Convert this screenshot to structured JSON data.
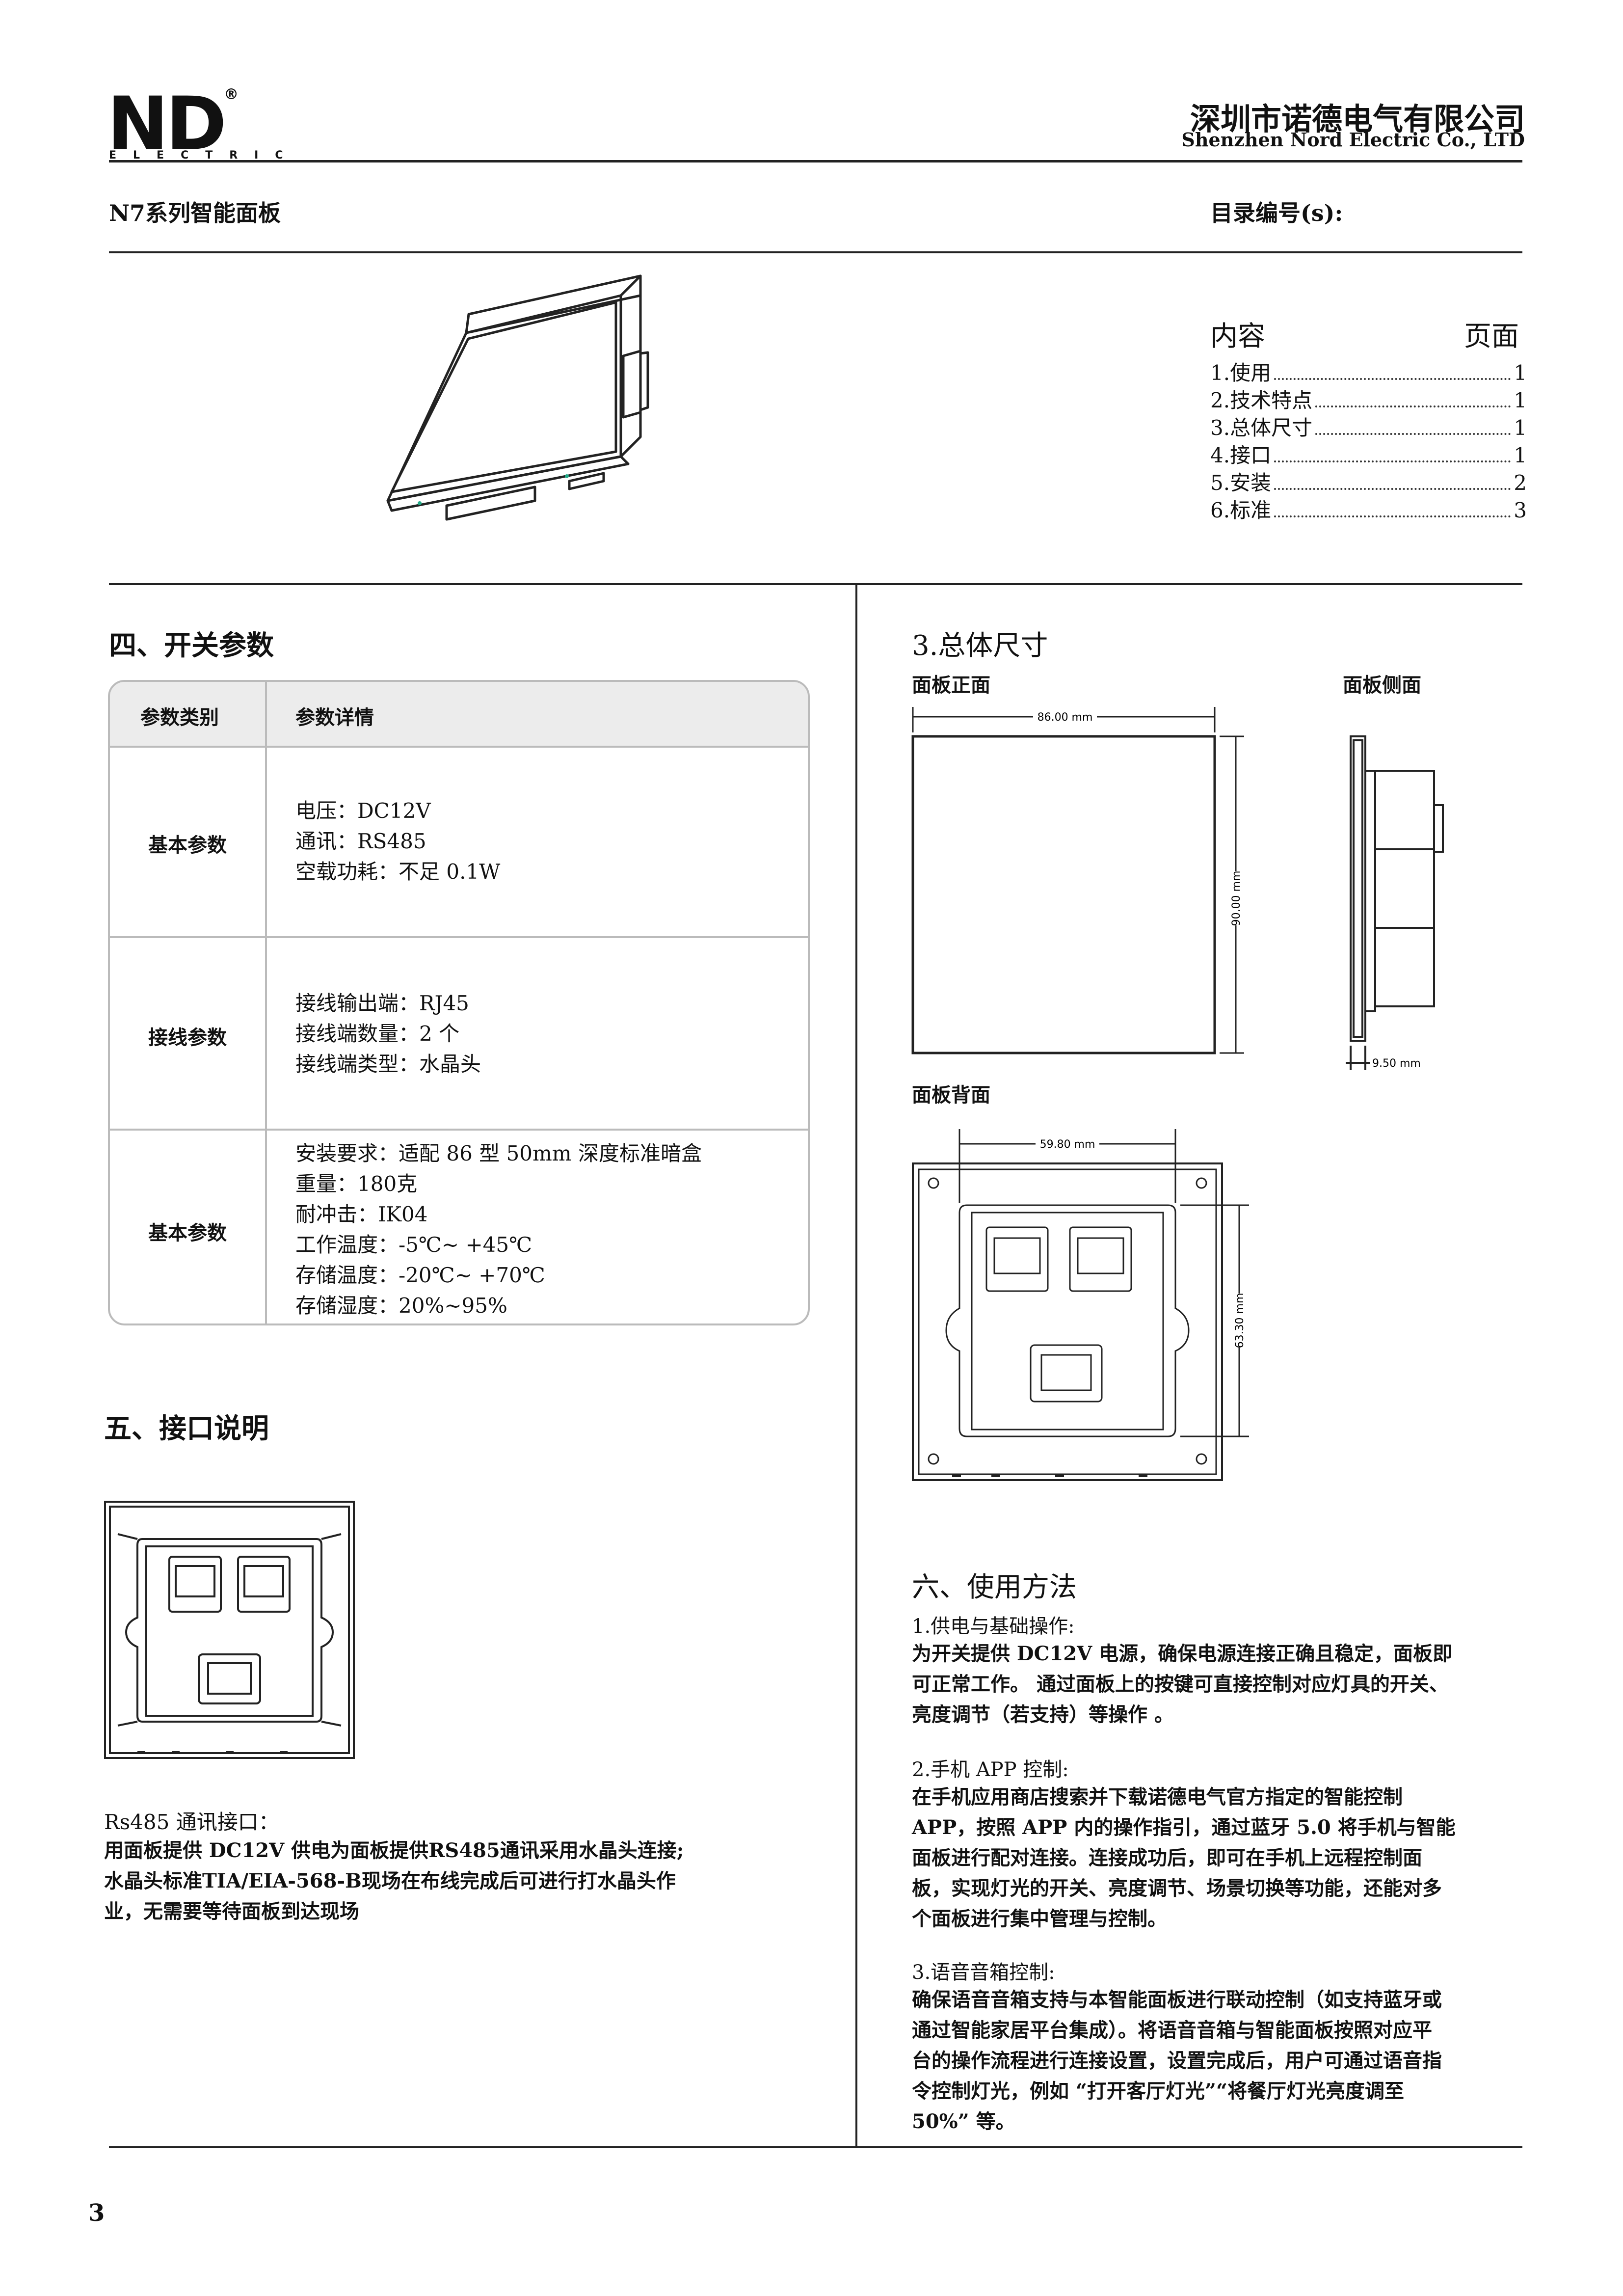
{
  "header": {
    "logo_mark": "ND",
    "logo_sub": "ELECTRIC",
    "company_cn": "深圳市诺德电气有限公司",
    "company_en": "Shenzhen Nord Electric Co., LTD",
    "series": "N7系列智能面板",
    "catalog_label": "目录编号(s):"
  },
  "toc": {
    "col_content": "内容",
    "col_page": "页面",
    "items": [
      {
        "label": "1.使用",
        "page": "1"
      },
      {
        "label": "2.技术特点",
        "page": "1"
      },
      {
        "label": "3.总体尺寸",
        "page": "1"
      },
      {
        "label": "4.接口",
        "page": "1"
      },
      {
        "label": "5.安装",
        "page": "2"
      },
      {
        "label": "6.标准",
        "page": "3"
      }
    ]
  },
  "section4": {
    "title": "四、开关参数",
    "table": {
      "col1": "参数类别",
      "col2": "参数详情",
      "rows": [
        {
          "category": "基本参数",
          "lines": [
            "电压：DC12V",
            "通讯：RS485",
            "空载功耗：不足 0.1W"
          ]
        },
        {
          "category": "接线参数",
          "lines": [
            "接线输出端：RJ45",
            "接线端数量：2 个",
            "接线端类型：水晶头"
          ]
        },
        {
          "category": "基本参数",
          "lines": [
            "安装要求：适配 86 型 50mm 深度标准暗盒",
            "重量：180克",
            "耐冲击：IK04",
            "工作温度：-5℃~ +45℃",
            "存储温度：-20℃~ +70℃",
            "存储湿度：20%~95%"
          ]
        }
      ]
    }
  },
  "section5": {
    "title": "五、接口说明",
    "caption_title": "Rs485 通讯接口：",
    "caption_lines": [
      "用面板提供 DC12V 供电为面板提供RS485通讯采用水晶头连接;",
      "水晶头标准TIA/EIA-568-B现场在布线完成后可进行打水晶头作",
      "业，无需要等待面板到达现场"
    ]
  },
  "section3": {
    "title": "3.总体尺寸",
    "front_label": "面板正面",
    "side_label": "面板侧面",
    "back_label": "面板背面",
    "dims": {
      "front_width": "86.00 mm",
      "front_height": "90.00 mm",
      "side_depth": "9.50 mm",
      "back_width": "59.80 mm",
      "back_height": "63.30 mm"
    }
  },
  "section6": {
    "title": "六、使用方法",
    "items": [
      {
        "title": "1.供电与基础操作:",
        "lines": [
          "为开关提供 DC12V 电源，确保电源连接正确且稳定，面板即",
          "可正常工作。 通过面板上的按键可直接控制对应灯具的开关、",
          "亮度调节（若支持）等操作 。"
        ]
      },
      {
        "title": "2.手机 APP 控制:",
        "lines": [
          "在手机应用商店搜索并下载诺德电气官方指定的智能控制",
          "APP，按照 APP 内的操作指引，通过蓝牙 5.0 将手机与智能",
          "面板进行配对连接。连接成功后，即可在手机上远程控制面",
          "板，实现灯光的开关、亮度调节、场景切换等功能，还能对多",
          "个面板进行集中管理与控制。"
        ]
      },
      {
        "title": "3.语音音箱控制:",
        "lines": [
          "确保语音音箱支持与本智能面板进行联动控制（如支持蓝牙或",
          "通过智能家居平台集成）。将语音音箱与智能面板按照对应平",
          "台的操作流程进行连接设置，设置完成后，用户可通过语音指",
          "令控制灯光，例如 “打开客厅灯光”“将餐厅灯光亮度调至",
          "50%” 等。"
        ]
      }
    ]
  },
  "footer": {
    "page_number": "3"
  }
}
